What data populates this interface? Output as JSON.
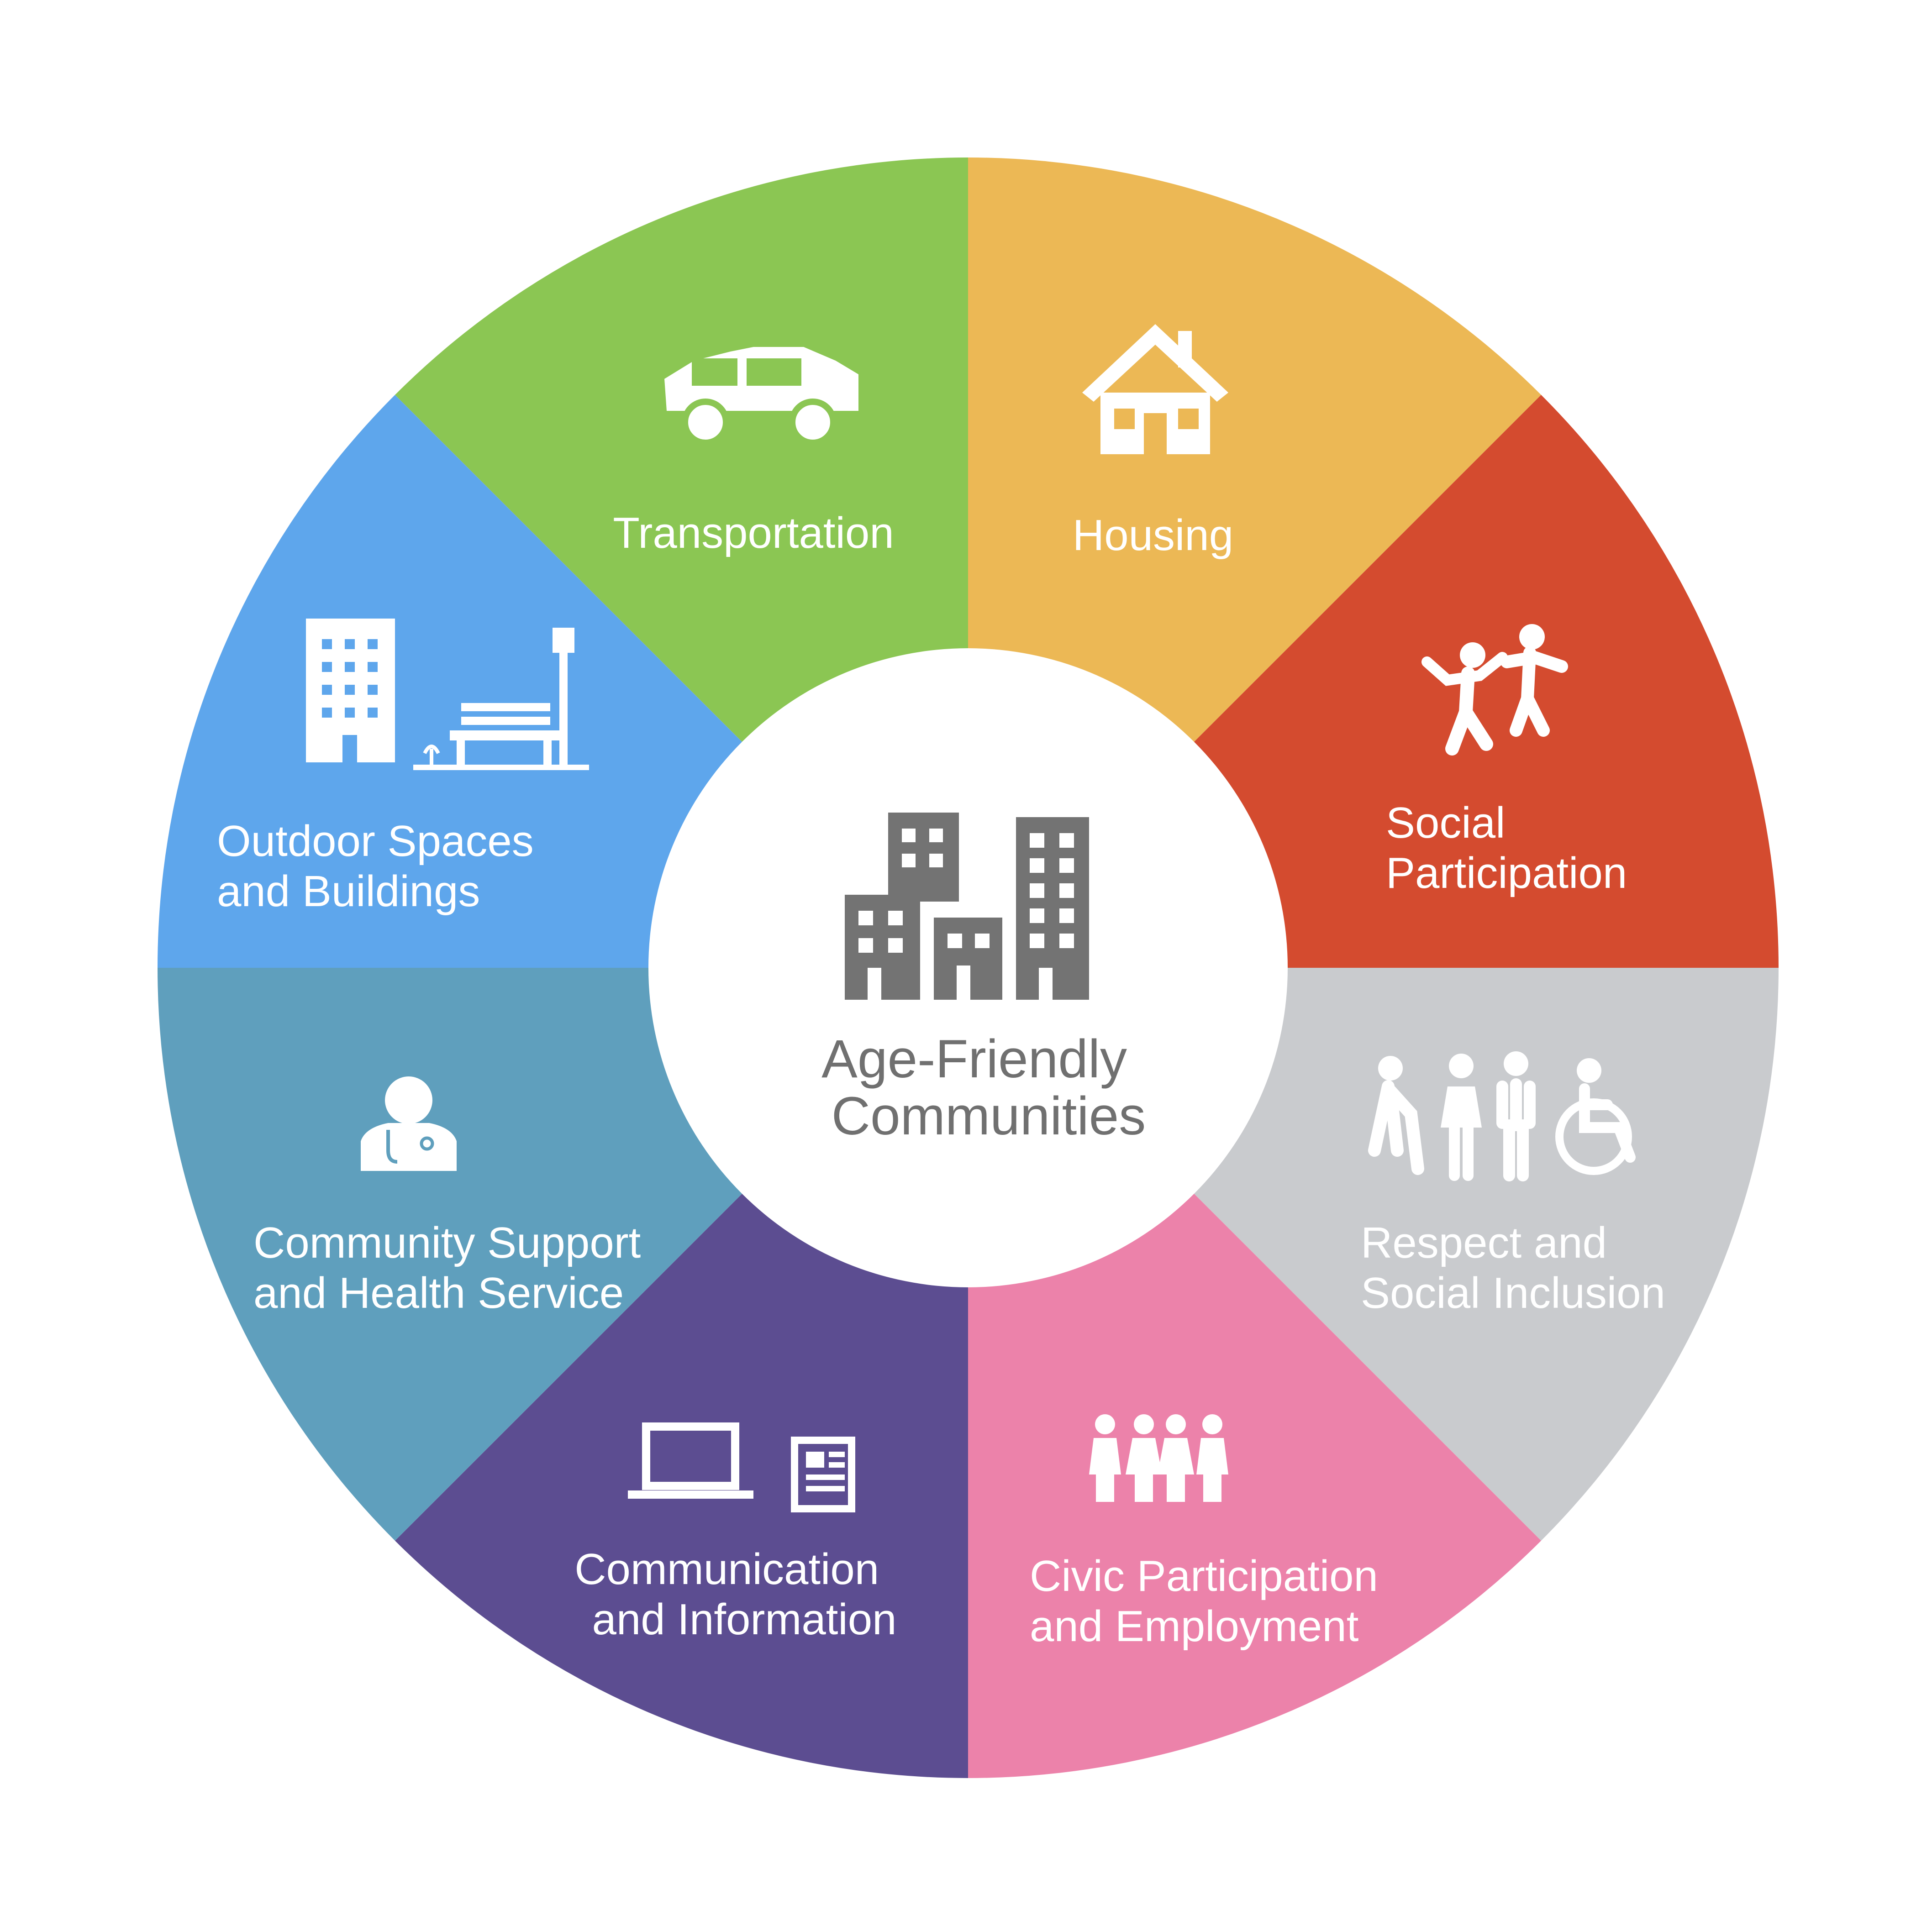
{
  "diagram": {
    "center": {
      "lines": [
        "Age-Friendly",
        "Communities"
      ],
      "icon": "city-buildings-icon",
      "color": "#737373"
    },
    "segments": [
      {
        "id": "transportation",
        "lines": [
          "Transportation"
        ],
        "color": "#8bc653",
        "icon": "car-icon"
      },
      {
        "id": "housing",
        "lines": [
          "Housing"
        ],
        "color": "#ecb855",
        "icon": "house-icon"
      },
      {
        "id": "social-participation",
        "lines": [
          "Social",
          "Participation"
        ],
        "color": "#d44b2f",
        "icon": "dancing-people-icon"
      },
      {
        "id": "respect-inclusion",
        "lines": [
          "Respect and",
          "Social Inclusion"
        ],
        "color": "#c9cbce",
        "icon": "diverse-people-icon"
      },
      {
        "id": "civic-participation",
        "lines": [
          "Civic Participation",
          "and Employment"
        ],
        "color": "#ec82aa",
        "icon": "group-people-icon"
      },
      {
        "id": "communication",
        "lines": [
          "Communication",
          "and Information"
        ],
        "color": "#5c4d91",
        "icon": "laptop-newspaper-icon"
      },
      {
        "id": "community-support",
        "lines": [
          "Community Support",
          "and Health Service"
        ],
        "color": "#5f9fbd",
        "icon": "doctor-icon"
      },
      {
        "id": "outdoor-spaces",
        "lines": [
          "Outdoor Spaces",
          "and Buildings"
        ],
        "color": "#5ea6ec",
        "icon": "building-bench-icon"
      }
    ]
  }
}
